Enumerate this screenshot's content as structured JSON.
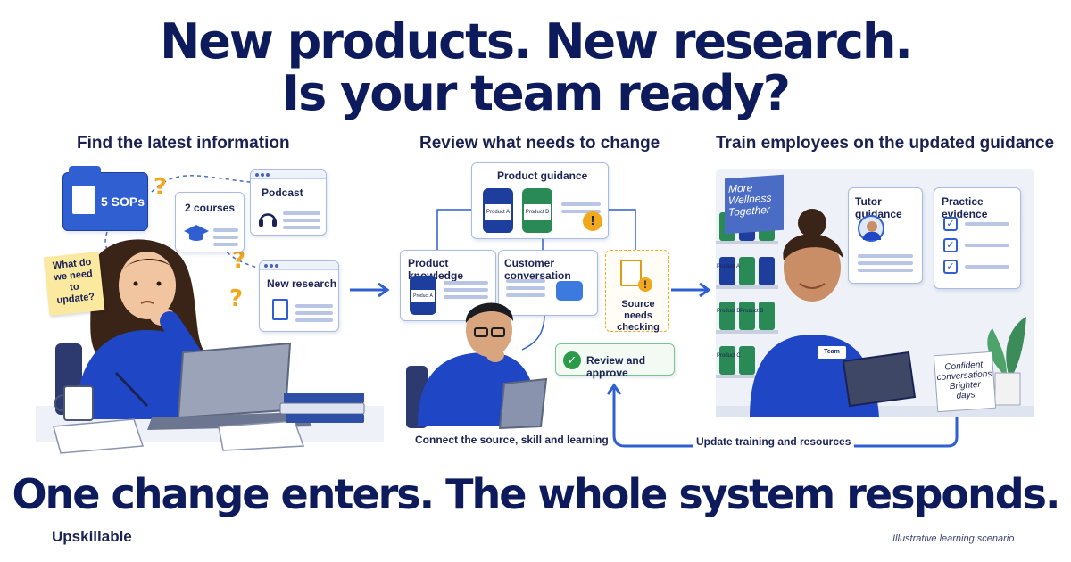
{
  "headline": {
    "line1": "New products. New research.",
    "line2": "Is your team ready?"
  },
  "tagline": "One change enters. The whole system responds.",
  "brand": "Upskillable",
  "footnote": "Illustrative learning scenario",
  "section1": {
    "title": "Find the latest information",
    "folder_label": "5 SOPs",
    "courses_label": "2 courses",
    "podcast_label": "Podcast",
    "research_label": "New research",
    "sticky_note": [
      "What do",
      "we need",
      "to update?"
    ]
  },
  "section2": {
    "title": "Review what needs to change",
    "product_guidance": "Product guidance",
    "product_a": "Product A",
    "product_b": "Product B",
    "product_knowledge": "Product knowledge",
    "customer_conversation": "Customer conversation",
    "source_check": [
      "Source needs",
      "checking"
    ],
    "review_button": "Review and approve",
    "caption": "Connect the source, skill and learning",
    "loop_label": "Update training and resources"
  },
  "section3": {
    "title": "Train employees on the updated guidance",
    "banner": [
      "More",
      "Wellness",
      "Together"
    ],
    "tutor_guidance": "Tutor guidance",
    "practice_evidence": "Practice evidence",
    "name_badge": "Team",
    "shelf_labels": [
      "Product A",
      "Product B",
      "Product B",
      "Product C"
    ],
    "sign": [
      "Confident",
      "conversations",
      "Brighter",
      "days"
    ]
  },
  "colors": {
    "navy": "#0d1a5c",
    "accent_blue": "#2f5fd0",
    "shirt_blue": "#1f46c4",
    "warning_orange": "#f2a81d",
    "success_green": "#2c9a48"
  }
}
